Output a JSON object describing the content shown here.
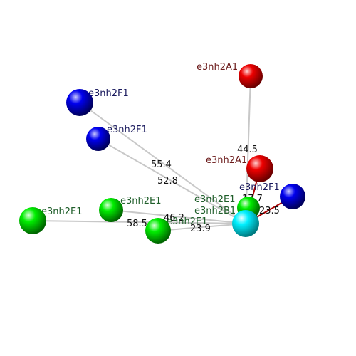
{
  "atoms": {
    "center": {
      "label": "e3nh2B1",
      "element": "C",
      "color": "#00e5ee"
    },
    "red_far": {
      "label": "e3nh2A1",
      "element": "O",
      "color": "#ee0000"
    },
    "red_near": {
      "label": "e3nh2A1",
      "element": "O",
      "color": "#ee0000"
    },
    "blue_a": {
      "label": "e3nh2F1",
      "element": "N",
      "color": "#0000ee"
    },
    "blue_b": {
      "label": "e3nh2F1",
      "element": "N",
      "color": "#0000ee"
    },
    "blue_c": {
      "label": "e3nh2F1",
      "element": "N",
      "color": "#0000ee"
    },
    "green_a": {
      "label": "e3nh2E1",
      "element": "G",
      "color": "#00dd00"
    },
    "green_b": {
      "label": "e3nh2E1",
      "element": "G",
      "color": "#00dd00"
    },
    "green_c": {
      "label": "e3nh2E1",
      "element": "G",
      "color": "#00dd00"
    },
    "green_d": {
      "label": "e3nh2E1",
      "element": "G",
      "color": "#00dd00"
    }
  },
  "distances": {
    "d_red_far": "44.5",
    "d_blue_a": "55.4",
    "d_blue_b": "52.8",
    "d_green_d": "46.2",
    "d_green_a": "58.5",
    "d_green_c": "23.9",
    "d_blue_c": "23.5",
    "d_green_b": "17.7"
  },
  "colors": {
    "label_red": "#6b1a1a",
    "label_blue": "#1a1a5e",
    "label_green": "#1f5e2a",
    "line_grey": "#c8c8c8",
    "line_red": "#aa0000"
  }
}
